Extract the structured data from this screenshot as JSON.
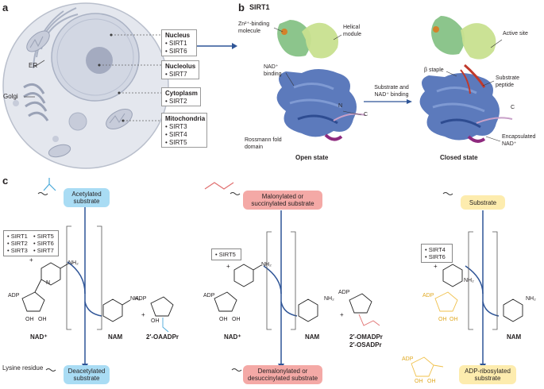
{
  "panel_a": {
    "letter": "a",
    "er_label": "ER",
    "golgi_label": "Golgi",
    "compartments": [
      {
        "name": "Nucleus",
        "sirtuins": [
          "SIRT1",
          "SIRT6"
        ]
      },
      {
        "name": "Nucleolus",
        "sirtuins": [
          "SIRT7"
        ]
      },
      {
        "name": "Cytoplasm",
        "sirtuins": [
          "SIRT2"
        ]
      },
      {
        "name": "Mitochondria",
        "sirtuins": [
          "SIRT3",
          "SIRT4",
          "SIRT5"
        ]
      }
    ]
  },
  "panel_b": {
    "letter": "b",
    "title": "SIRT1",
    "zn_label": "Zn²⁺-binding molecule",
    "helical_label": "Helical module",
    "nad_binding_label": "NAD⁺ binding",
    "n_label": "N",
    "c_label": "C",
    "rossmann_label": "Rossmann fold domain",
    "open_state": "Open state",
    "closed_state": "Closed state",
    "transition_label": "Substrate and NAD⁺ binding",
    "active_site": "Active site",
    "beta_staple": "β staple",
    "substrate_peptide": "Substrate peptide",
    "c_label_closed": "C",
    "encapsulated": "Encapsulated NAD⁺",
    "colors": {
      "rossmann": "#4a6bb5",
      "zinc": "#7fbf7f",
      "helical": "#c8e08f",
      "peptide": "#c0392b",
      "c_term": "#8e2a7e",
      "zinc_atom": "#d4822a"
    }
  },
  "panel_c": {
    "letter": "c",
    "lysine_residue": "Lysine residue",
    "plus": "+",
    "nad_label": "NAD⁺",
    "nam_label": "NAM",
    "adp_label": "ADP",
    "oh_label": "OH",
    "nh2_label": "NH₂",
    "n_label": "N",
    "col1": {
      "substrate": "Acetylated substrate",
      "sirtuins": [
        "SIRT1",
        "SIRT5",
        "SIRT2",
        "SIRT6",
        "SIRT3",
        "SIRT7"
      ],
      "product_byproduct": "2′-OAADPr",
      "product": "Deacetylated substrate",
      "color": "#a9dcf4"
    },
    "col2": {
      "substrate": "Malonylated or succinylated substrate",
      "sirtuins": [
        "SIRT5"
      ],
      "byproduct_1": "2′-OMADPr",
      "byproduct_2": "2′-OSADPr",
      "product": "Demalonylated or desuccinylated substrate",
      "color": "#f4a9a6"
    },
    "col3": {
      "substrate": "Substrate",
      "sirtuins": [
        "SIRT4",
        "SIRT6"
      ],
      "product": "ADP-ribosylated substrate",
      "color": "#fdecae"
    }
  }
}
